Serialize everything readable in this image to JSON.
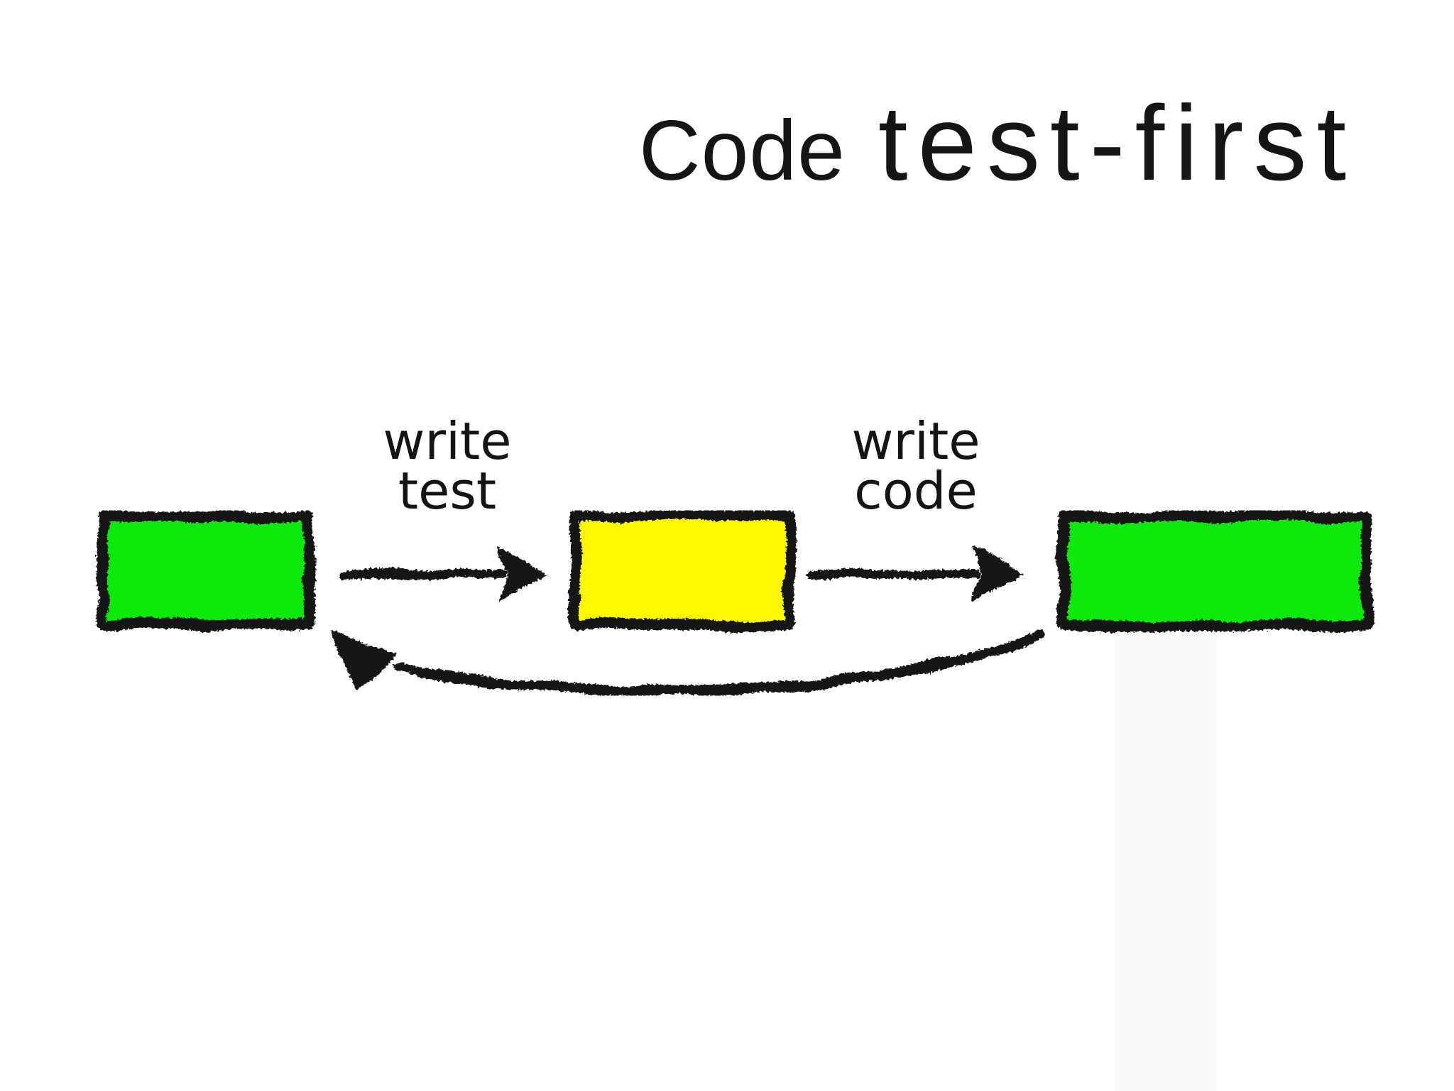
{
  "slide": {
    "background_color": "#ffffff",
    "title": {
      "prefix": "Code",
      "emphasis": "test-first"
    },
    "diagram": {
      "ink_color": "#141414",
      "box_colors": {
        "green": "#0ae80a",
        "yellow": "#fdf800"
      },
      "boxes": [
        {
          "position": "left",
          "color": "green"
        },
        {
          "position": "middle",
          "color": "yellow"
        },
        {
          "position": "right",
          "color": "green"
        }
      ],
      "arrow_labels": {
        "write_test": {
          "lines": [
            "write",
            "test"
          ]
        },
        "write_code": {
          "lines": [
            "write",
            "code"
          ]
        }
      }
    }
  }
}
